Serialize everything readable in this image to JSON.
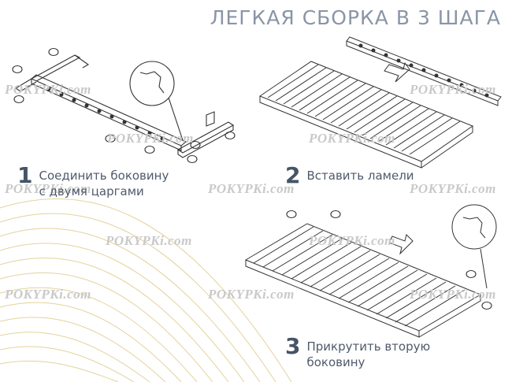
{
  "page": {
    "title": "ЛЕГКАЯ СБОРКА В 3 ШАГА"
  },
  "steps": [
    {
      "number": "1",
      "line1": "Соединить боковину",
      "line2": "с двумя царгами"
    },
    {
      "number": "2",
      "line1": "Вставить ламели",
      "line2": ""
    },
    {
      "number": "3",
      "line1": "Прикрутить вторую",
      "line2": "боковину"
    }
  ],
  "watermark": {
    "text": "POKYPKi.com"
  },
  "colors": {
    "title": "#8a95a6",
    "text": "#4f5a6b",
    "number": "#465466",
    "line_art": "#333333",
    "decor_gold": "#d9c58a"
  },
  "icons": [
    "screw-icon",
    "washer-icon",
    "magnifier-callout-icon",
    "arrow-icon",
    "bracket-icon"
  ]
}
